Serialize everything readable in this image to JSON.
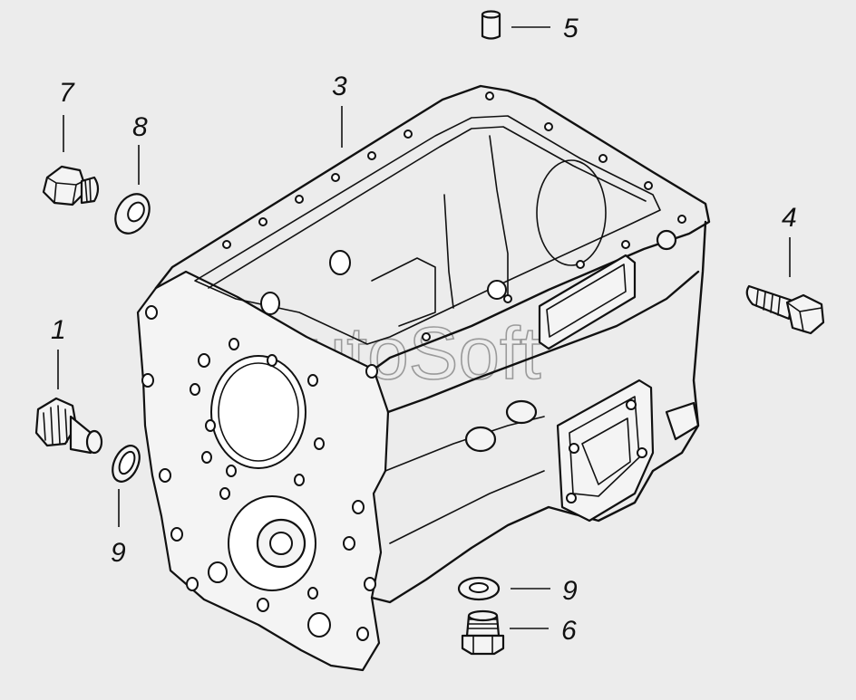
{
  "watermark": "AutoSoft",
  "callouts": {
    "c1": "1",
    "c3": "3",
    "c4": "4",
    "c5": "5",
    "c6": "6",
    "c7": "7",
    "c8": "8",
    "c9_left": "9",
    "c9_bottom": "9"
  },
  "colors": {
    "background": "#ececec",
    "line": "#111111"
  }
}
